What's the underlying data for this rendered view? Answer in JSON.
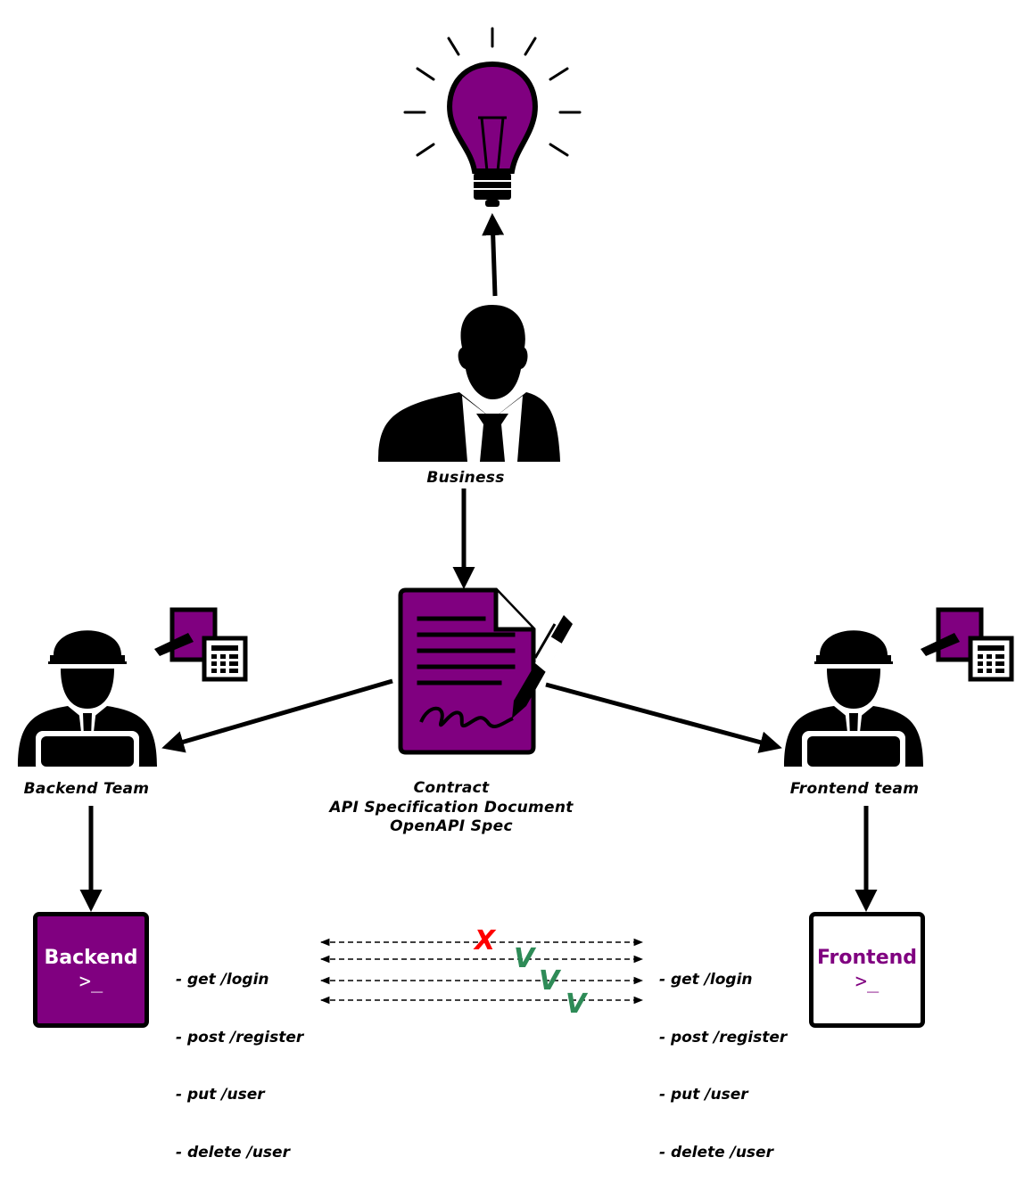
{
  "labels": {
    "business": "Business",
    "backend_team": "Backend Team",
    "frontend_team": "Frontend team",
    "contract_line1": "Contract",
    "contract_line2": "API Specification Document",
    "contract_line3": "OpenAPI Spec"
  },
  "backend_box": {
    "title": "Backend",
    "prompt": ">_"
  },
  "frontend_box": {
    "title": "Frontend",
    "prompt": ">_"
  },
  "endpoints_left": [
    "- get /login",
    "- post /register",
    "- put /user",
    "- delete /user"
  ],
  "endpoints_right": [
    "- get /login",
    "- post /register",
    "- put /user",
    "- delete /user"
  ],
  "match_marks": {
    "mismatch": "X",
    "ok1": "V",
    "ok2": "V",
    "ok3": "V"
  },
  "colors": {
    "purple": "#800080",
    "check_green": "#2e8b57",
    "cross_red": "#ff0000",
    "ink": "#000000"
  },
  "icons": [
    "lightbulb-icon",
    "businessman-icon",
    "engineer-icon",
    "contract-document-icon",
    "pen-icon",
    "calculator-icon"
  ]
}
